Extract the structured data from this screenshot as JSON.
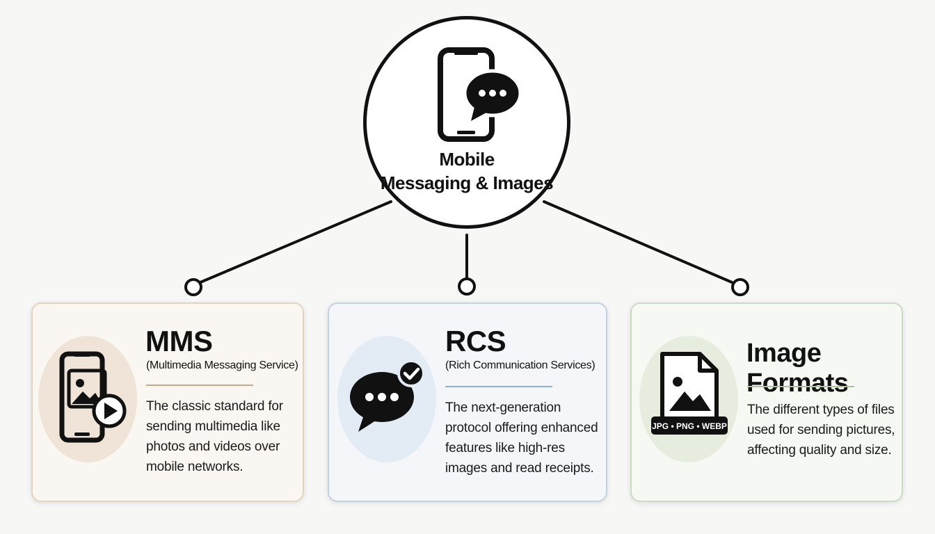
{
  "hub": {
    "title_line1": "Mobile",
    "title_line2": "Messaging & Images",
    "icon": "phone-chat-icon"
  },
  "cards": [
    {
      "title": "MMS",
      "subtitle": "(Multimedia Messaging Service)",
      "description": "The classic standard for sending multimedia like photos and videos over mobile networks.",
      "icon": "phone-image-play-icon",
      "accent": "#c9a98a"
    },
    {
      "title": "RCS",
      "subtitle": "(Rich Communication Services)",
      "description": "The next-generation protocol offering enhanced features like high-res images and read receipts.",
      "icon": "chat-check-icon",
      "accent": "#8eb0d2"
    },
    {
      "title": "Image Formats",
      "subtitle": "",
      "description": "The different types of files used for sending pictures, affecting quality and size.",
      "icon": "image-file-icon",
      "format_badge": "JPG • PNG • WEBP",
      "accent": "#a9c49f"
    }
  ]
}
